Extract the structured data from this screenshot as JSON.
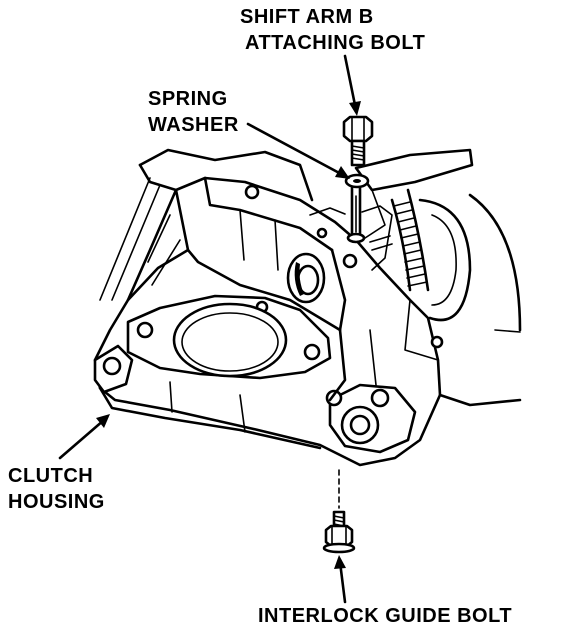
{
  "labels": {
    "shift_arm_line1": "SHIFT ARM B",
    "shift_arm_line2": "ATTACHING BOLT",
    "spring_line1": "SPRING",
    "spring_line2": "WASHER",
    "clutch_line1": "CLUTCH",
    "clutch_line2": "HOUSING",
    "interlock": "INTERLOCK GUIDE BOLT"
  }
}
